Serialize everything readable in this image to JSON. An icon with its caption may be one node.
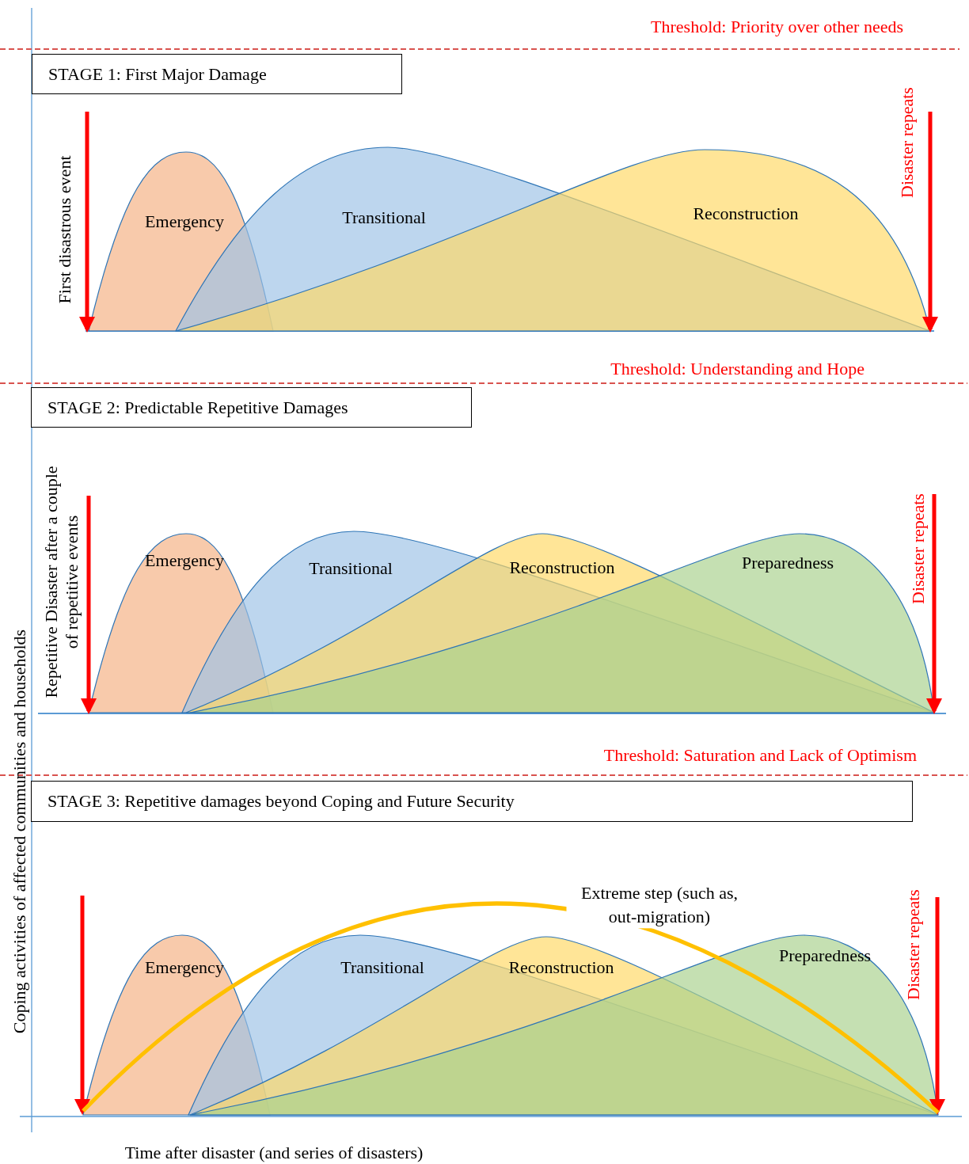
{
  "diagram": {
    "nodes": [
      {
        "text": [
          "STAGE 1: First Major Damage"
        ]
      },
      {
        "text": [
          "Emergency"
        ]
      },
      {
        "text": [
          "Transitional"
        ]
      },
      {
        "text": [
          "Reconstruction"
        ]
      },
      {
        "text": [
          "STAGE 2: Predictable Repetitive Damages"
        ]
      },
      {
        "text": [
          "Emergency"
        ]
      },
      {
        "text": [
          "Transitional"
        ]
      },
      {
        "text": [
          "Reconstruction"
        ]
      },
      {
        "text": [
          "Preparedness"
        ]
      },
      {
        "text": [
          "STAGE 3: Repetitive damages beyond Coping and Future Security"
        ]
      },
      {
        "text": [
          "Emergency"
        ]
      },
      {
        "text": [
          "Transitional"
        ]
      },
      {
        "text": [
          "Reconstruction"
        ]
      },
      {
        "text": [
          "Preparedness"
        ]
      }
    ],
    "labels": [
      "Threshold: Priority over other needs",
      "First disastrous event",
      "Disaster repeats",
      "Threshold: Understanding and Hope",
      "Repetitive Disaster after a couple of repetitive events",
      "Disaster repeats",
      "Coping activities of affected communities and households",
      "Threshold: Saturation and Lack of Optimism",
      "Extreme step (such as, out-migration)",
      "Disaster repeats",
      "Time after disaster (and series of disasters)"
    ]
  }
}
